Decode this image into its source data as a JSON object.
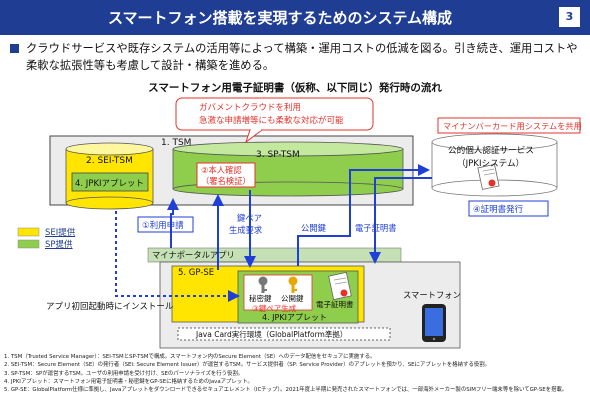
{
  "header": {
    "title": "スマートフォン搭載を実現するためのシステム構成",
    "page_number": "3"
  },
  "intro": "クラウドサービスや既存システムの活用等によって構築・運用コストの低減を図る。引き続き、運用コストや柔軟な拡張性等も考慮して設計・構築を進める。",
  "diagram": {
    "title": "スマートフォン用電子証明書（仮称、以下同じ）発行時の流れ",
    "callout_gov": [
      "ガバメントクラウドを利用",
      "急激な申請増等にも柔軟な対応が可能"
    ],
    "callout_mynumber": "マイナンバーカード用システムを共用",
    "tsm_label": "1. TSM",
    "sei_tsm": "2. SEI-TSM",
    "sp_tsm": "3. SP-TSM",
    "jpki_applet_top": "4. JPKIアプレット",
    "identity_check": [
      "②本人確認",
      "（署名検証）"
    ],
    "jpki_service": [
      "公的個人認証サービス",
      "（JPKIシステム）"
    ],
    "cert_issue": "④証明書発行",
    "usage_apply": "①利用申請",
    "key_pair_request": [
      "鍵ペア",
      "生成要求"
    ],
    "public_key_label": "公開鍵",
    "cert_label": "電子証明書",
    "legend_sei": "SEI提供",
    "legend_sp": "SP提供",
    "mynaportal": "マイナポータルアプリ",
    "gp_se": "5. GP-SE",
    "private_key": "秘密鍵",
    "public_key": "公開鍵",
    "electronic_cert": "電子証明書",
    "key_pair_gen": "③鍵ペア生成",
    "jpki_applet_bottom": "4. JPKIアプレット",
    "java_card": "Java Card実行環境（GlobalPlatform準拠）",
    "smartphone": "スマートフォン",
    "first_launch": "アプリ初回起動時にインストール"
  },
  "footnotes": [
    "1. TSM（Trusted Service Manager）：SEI-TSMとSP-TSMで構成。スマートフォン内のSecure Element（SE）へのデータ配信をセキュアに実施する。",
    "2. SEI-TSM：Secure Element（SE）の発行者（SEI: Secure Element Issuer）が運営するTSM。サービス提供者（SP: Service Provider）のアプレットを預かり、SEにアプレットを格納する役割。",
    "3. SP-TSM：SPが運営するTSM。ユーザの利用申請を受け付け、SEのパーソナライズを行う役割。",
    "4. JPKIアプレット：スマートフォン用電子証明書・秘密鍵をGP-SEに格納するためのJavaアプレット。",
    "5. GP-SE：GlobalPlatform仕様に準拠し、Javaアプレットをダウンロードできるセキュアエレメント（ICチップ）。2021年度上半期に発売されたスマートフォンでは、一部海外メーカー製のSIMフリー端末等を除いてGP-SEを搭載。"
  ],
  "colors": {
    "navy": "#1f3e93",
    "green": "#8fce4c",
    "yellow": "#ffe500",
    "red": "#e4322b",
    "blue": "#1f3fd6"
  }
}
